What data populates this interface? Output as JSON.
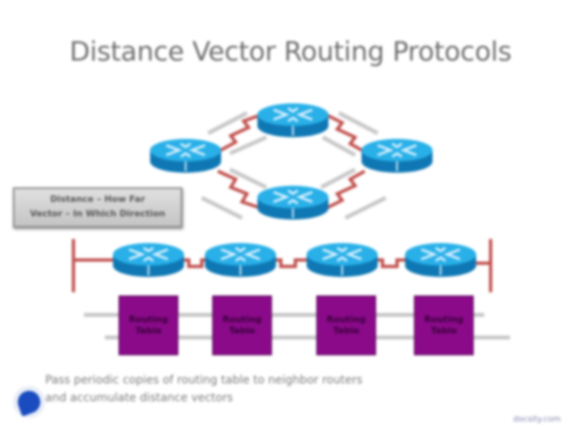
{
  "slide": {
    "title": "Distance Vector Routing Protocols",
    "label_box": {
      "line1": "Distance – How Far",
      "line2": "Vector – In Which Direction"
    },
    "routing_tables": [
      {
        "line1": "Routing",
        "line2": "Table"
      },
      {
        "line1": "Routing",
        "line2": "Table"
      },
      {
        "line1": "Routing",
        "line2": "Table"
      },
      {
        "line1": "Routing",
        "line2": "Table"
      }
    ],
    "bullet": "Pass periodic copies of routing table to neighbor routers and accumulate distance vectors",
    "watermark": "docsity.com"
  },
  "colors": {
    "router_blue": "#1a9ad6",
    "link_red": "#c0504d",
    "routing_table_purple": "#8a0a8a",
    "arrow_gray": "#c8c8c8",
    "title_gray": "#6f6f6f"
  },
  "icons": [
    "router-icon",
    "serial-link-icon",
    "logo-icon"
  ]
}
